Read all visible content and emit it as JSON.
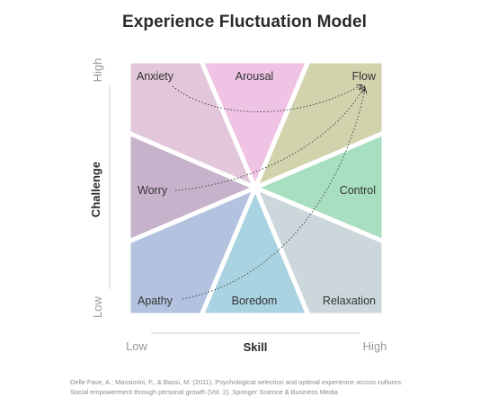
{
  "title": "Experience Fluctuation Model",
  "axes": {
    "y_label": "Challenge",
    "y_high": "High",
    "y_low": "Low",
    "x_label": "Skill",
    "x_low": "Low",
    "x_high": "High"
  },
  "regions": {
    "anxiety": {
      "label": "Anxiety",
      "color": "#e2c6da"
    },
    "arousal": {
      "label": "Arousal",
      "color": "#eec3e4"
    },
    "flow": {
      "label": "Flow",
      "color": "#d1d3ad"
    },
    "worry": {
      "label": "Worry",
      "color": "#c7b2cc"
    },
    "control": {
      "label": "Control",
      "color": "#a9dfc1"
    },
    "apathy": {
      "label": "Apathy",
      "color": "#b3c3df"
    },
    "boredom": {
      "label": "Boredom",
      "color": "#aad3e1"
    },
    "relaxation": {
      "label": "Relaxation",
      "color": "#ccd7dc"
    }
  },
  "citation": {
    "line1": "Delle Fave, A., Massimini, F., & Bassi, M. (2011). Psychological selection and optimal experience across cultures:",
    "line2": "Social empowerment through personal growth (Vol. 2). Springer Science & Business Media"
  }
}
